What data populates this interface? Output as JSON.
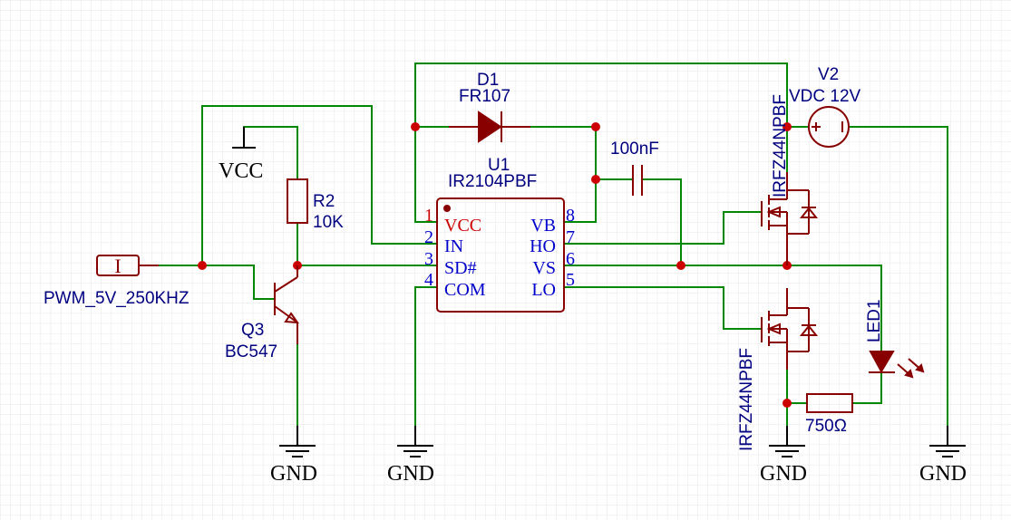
{
  "u1": {
    "ref": "U1",
    "value": "IR2104PBF",
    "pins_left": [
      {
        "num": "1",
        "name": "VCC"
      },
      {
        "num": "2",
        "name": "IN"
      },
      {
        "num": "3",
        "name": "SD#"
      },
      {
        "num": "4",
        "name": "COM"
      }
    ],
    "pins_right": [
      {
        "num": "8",
        "name": "VB"
      },
      {
        "num": "7",
        "name": "HO"
      },
      {
        "num": "6",
        "name": "VS"
      },
      {
        "num": "5",
        "name": "LO"
      }
    ]
  },
  "d1": {
    "ref": "D1",
    "value": "FR107"
  },
  "r2": {
    "ref": "R2",
    "value": "10K"
  },
  "q3": {
    "ref": "Q3",
    "value": "BC547"
  },
  "cap": {
    "value": "100nF"
  },
  "v2": {
    "ref": "V2",
    "value": "VDC 12V"
  },
  "mosfet_high": {
    "value": "IRFZ44NPBF"
  },
  "mosfet_low": {
    "value": "IRFZ44NPBF"
  },
  "resistor_led": {
    "value": "750Ω"
  },
  "led": {
    "ref": "LED1"
  },
  "input_port": {
    "symbol": "I",
    "net": "PWM_5V_250KHZ"
  },
  "vcc": {
    "label": "VCC"
  },
  "grounds": {
    "label": "GND"
  }
}
